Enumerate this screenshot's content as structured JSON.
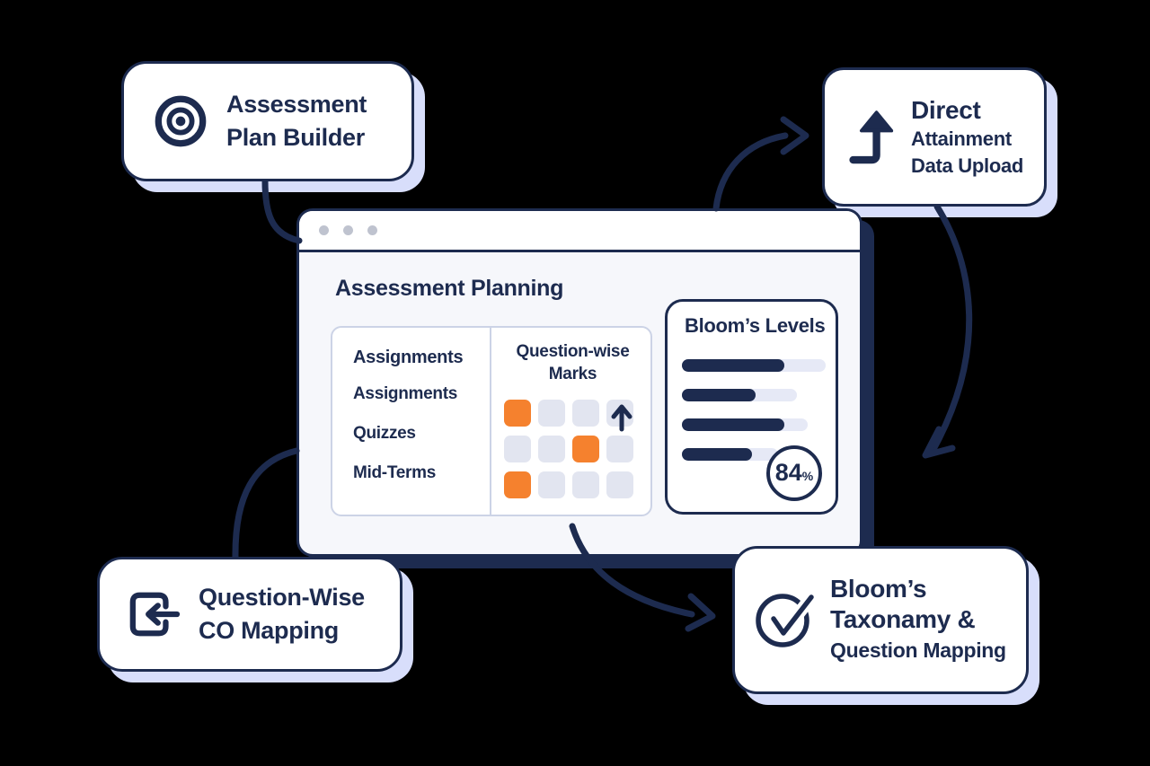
{
  "colors": {
    "navy": "#1d2b4f",
    "orange": "#f5812e",
    "grid_gray": "#e2e5f0",
    "bar_track": "#e6e9f6",
    "card_shadow": "#d8defb",
    "window_body": "#f6f7fb",
    "titlebar_dot": "#bfc3cf",
    "panel_border": "#ccd3e6",
    "background": "#000000"
  },
  "cards": {
    "plan_builder": {
      "icon": "target-icon",
      "lines": [
        "Assessment",
        "Plan Builder"
      ]
    },
    "direct_upload": {
      "icon": "corner-up-arrow-icon",
      "lines": [
        "Direct",
        "Attainment",
        "Data Upload"
      ]
    },
    "co_mapping": {
      "icon": "import-arrow-icon",
      "lines": [
        "Question-Wise",
        "CO Mapping"
      ]
    },
    "blooms_taxonomy": {
      "icon": "check-circle-icon",
      "lines": [
        "Bloom’s",
        "Taxonamy &",
        "Question Mapping"
      ]
    }
  },
  "window": {
    "title": "Assessment Planning",
    "table": {
      "header": "Assignments",
      "rows": [
        "Assignments",
        "Quizzes",
        "Mid-Terms"
      ],
      "marks_header": [
        "Question-wise",
        "Marks"
      ],
      "grid": [
        [
          "orange",
          "gray",
          "gray",
          "gray"
        ],
        [
          "gray",
          "gray",
          "orange",
          "gray"
        ],
        [
          "orange",
          "gray",
          "gray",
          "gray"
        ]
      ]
    },
    "blooms": {
      "title": "Bloom’s Levels",
      "score": "84",
      "score_unit": "%",
      "bars": [
        {
          "track": 160,
          "fill": 114
        },
        {
          "track": 128,
          "fill": 82
        },
        {
          "track": 140,
          "fill": 114
        },
        {
          "track": 107,
          "fill": 78
        }
      ]
    }
  },
  "chart_data": {
    "type": "bar",
    "title": "Bloom’s Levels",
    "orientation": "horizontal",
    "series": [
      {
        "name": "level-attainment-fraction",
        "values": [
          0.71,
          0.64,
          0.81,
          0.73
        ]
      }
    ],
    "annotation": "84%",
    "legend": "none",
    "grid": "off"
  }
}
